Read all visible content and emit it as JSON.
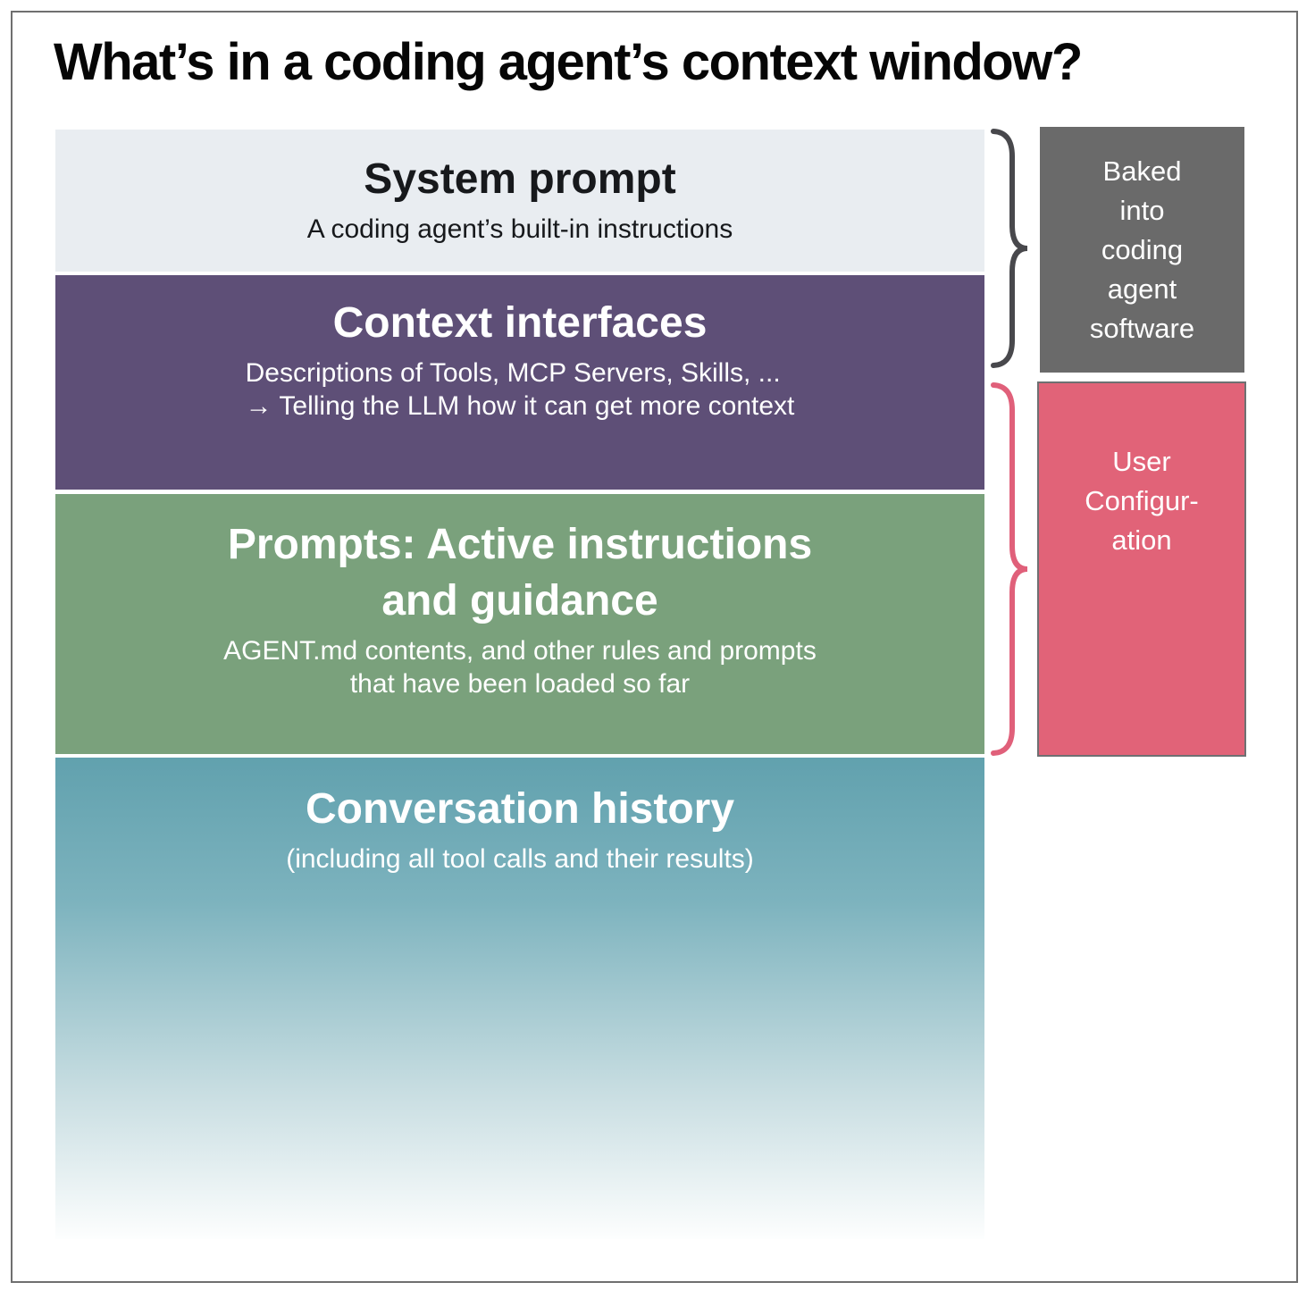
{
  "title": "What’s in a coding agent’s context window?",
  "layers": [
    {
      "heading": "System prompt",
      "subtitle": "A coding agent’s built-in instructions",
      "bg": "#e9edf1",
      "text_color": "#17191c"
    },
    {
      "heading": "Context interfaces",
      "subtitle": "Descriptions of Tools, MCP Servers, Skills, ...\n→ Telling the LLM how it can get more context",
      "bg": "#5e4f77",
      "text_color": "#ffffff"
    },
    {
      "heading": "Prompts: Active instructions\nand guidance",
      "subtitle": "AGENT.md contents, and other rules and prompts\nthat have been loaded so far",
      "bg": "#7aa17c",
      "text_color": "#ffffff"
    },
    {
      "heading": "Conversation history",
      "subtitle": "(including all tool calls and their results)",
      "bg_gradient_top": "#61a1ae",
      "bg_gradient_bottom": "#fdfefe",
      "text_color": "#ffffff"
    }
  ],
  "annotations": {
    "baked_into_software": {
      "label": "Baked\ninto\ncoding\nagent\nsoftware",
      "bg": "#6a6a6a",
      "brace_color": "#48484c"
    },
    "user_configuration": {
      "label": "User\nConfigur-\nation",
      "bg": "#e16378",
      "border_color": "#6e7072",
      "brace_color": "#e0607a"
    }
  },
  "frame_border_color": "#6f6f6f"
}
